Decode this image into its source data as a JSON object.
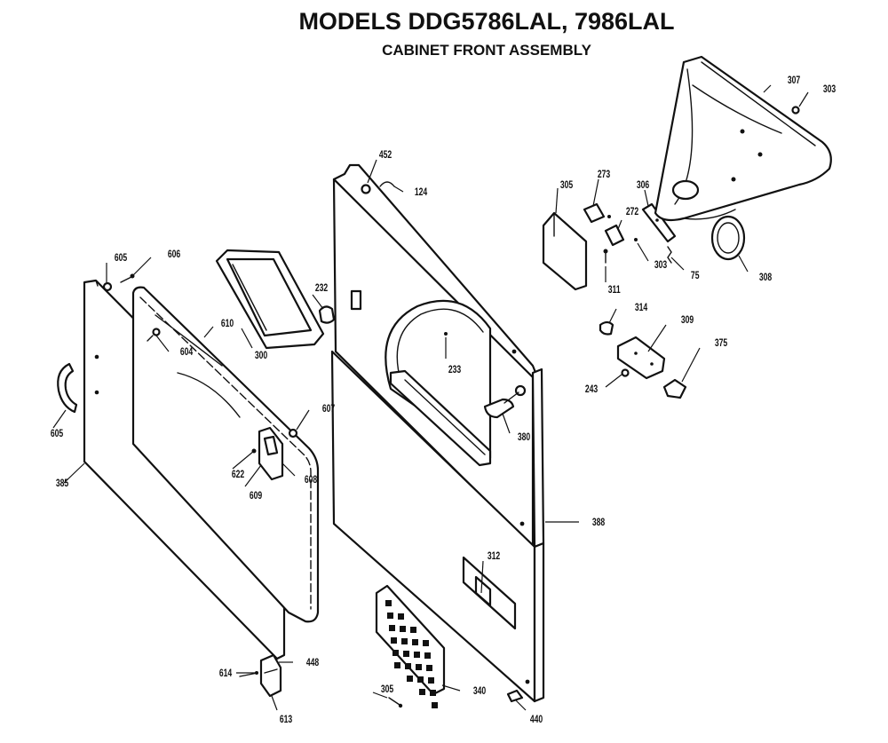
{
  "header": {
    "title": "MODELS DDG5786LAL, 7986LAL",
    "subtitle": "CABINET FRONT ASSEMBLY"
  },
  "callouts": {
    "c307": "307",
    "c303a": "303",
    "c452": "452",
    "c124": "124",
    "c305a": "305",
    "c273": "273",
    "c306": "306",
    "c272": "272",
    "c303b": "303",
    "c75": "75",
    "c308": "308",
    "c311": "311",
    "c605a": "605",
    "c606": "606",
    "c232": "232",
    "c610": "610",
    "c604": "604",
    "c300": "300",
    "c314": "314",
    "c309": "309",
    "c375": "375",
    "c233": "233",
    "c243": "243",
    "c605b": "605",
    "c607": "607",
    "c380": "380",
    "c385": "385",
    "c622": "622",
    "c608": "608",
    "c609": "609",
    "c388": "388",
    "c312": "312",
    "c614": "614",
    "c448": "448",
    "c305b": "305",
    "c340": "340",
    "c613": "613",
    "c440": "440"
  }
}
